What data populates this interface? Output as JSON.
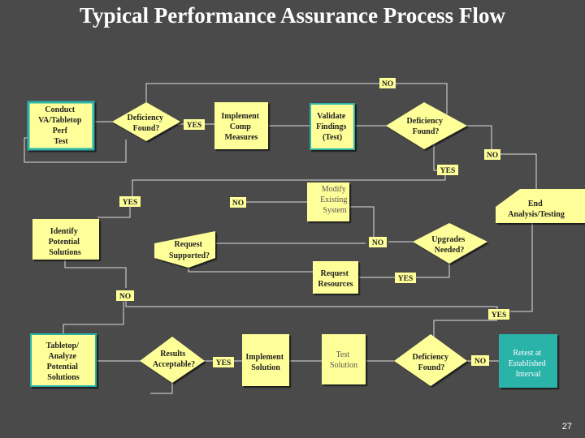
{
  "title": "Typical Performance Assurance Process Flow",
  "page_number": "27",
  "colors": {
    "background": "#4a4a4a",
    "box_fill": "#ffff99",
    "teal_fill": "#2bb3a9",
    "line": "#dddddd",
    "label_fill": "#ffff99"
  },
  "nodes": {
    "conduct": [
      "Conduct",
      "VA/Tabletop",
      "Perf",
      "Test"
    ],
    "deficiency1": [
      "Deficiency",
      "Found?"
    ],
    "implement_comp": [
      "Implement",
      "Comp",
      "Measures"
    ],
    "validate": [
      "Validate",
      "Findings",
      "(Test)"
    ],
    "deficiency2": [
      "Deficiency",
      "Found?"
    ],
    "modify": [
      "Modify",
      "Existing",
      "System"
    ],
    "end": [
      "End",
      "Analysis/Testing"
    ],
    "identify": [
      "Identify",
      "Potential",
      "Solutions"
    ],
    "request_supported": [
      "Request",
      "Supported?"
    ],
    "upgrades": [
      "Upgrades",
      "Needed?"
    ],
    "request_resources": [
      "Request",
      "Resources"
    ],
    "tabletop": [
      "Tabletop/",
      "Analyze",
      "Potential",
      "Solutions"
    ],
    "results": [
      "Results",
      "Acceptable?"
    ],
    "implement_solution": [
      "Implement",
      "Solution"
    ],
    "test_solution": [
      "Test",
      "Solution"
    ],
    "deficiency3": [
      "Deficiency",
      "Found?"
    ],
    "retest": [
      "Retest at",
      "Established",
      "Interval"
    ]
  },
  "labels": {
    "no_top": "NO",
    "yes_def1": "YES",
    "no_def2": "NO",
    "yes_def2": "YES",
    "yes_left": "YES",
    "no_mid": "NO",
    "no_upgrades": "NO",
    "yes_upgrades": "YES",
    "no_left2": "NO",
    "yes_right2": "YES",
    "yes_results": "YES",
    "no_def3": "NO"
  }
}
